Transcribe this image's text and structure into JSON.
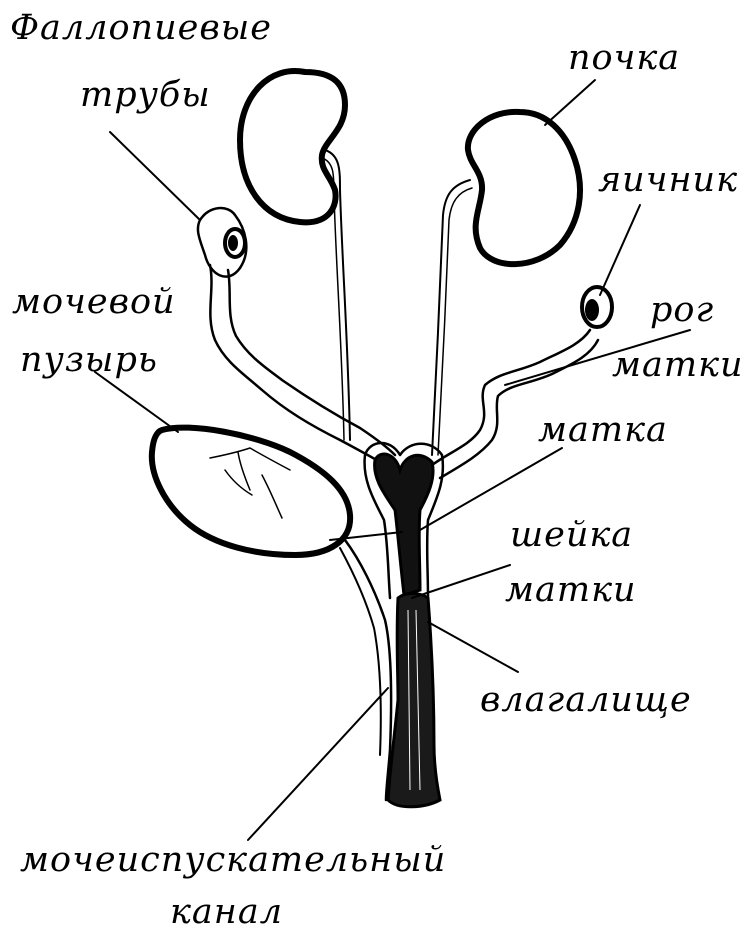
{
  "labels": {
    "fallopian_tubes_line1": "Фаллопиевые",
    "fallopian_tubes_line2": "трубы",
    "kidney": "почка",
    "ovary": "яичник",
    "bladder_line1": "мочевой",
    "bladder_line2": "пузырь",
    "uterine_horn_line1": "рог",
    "uterine_horn_line2": "матки",
    "uterus": "матка",
    "cervix_line1": "шейка",
    "cervix_line2": "матки",
    "vagina": "влагалище",
    "urethra_line1": "мочеиспускательный",
    "urethra_line2": "канал"
  }
}
